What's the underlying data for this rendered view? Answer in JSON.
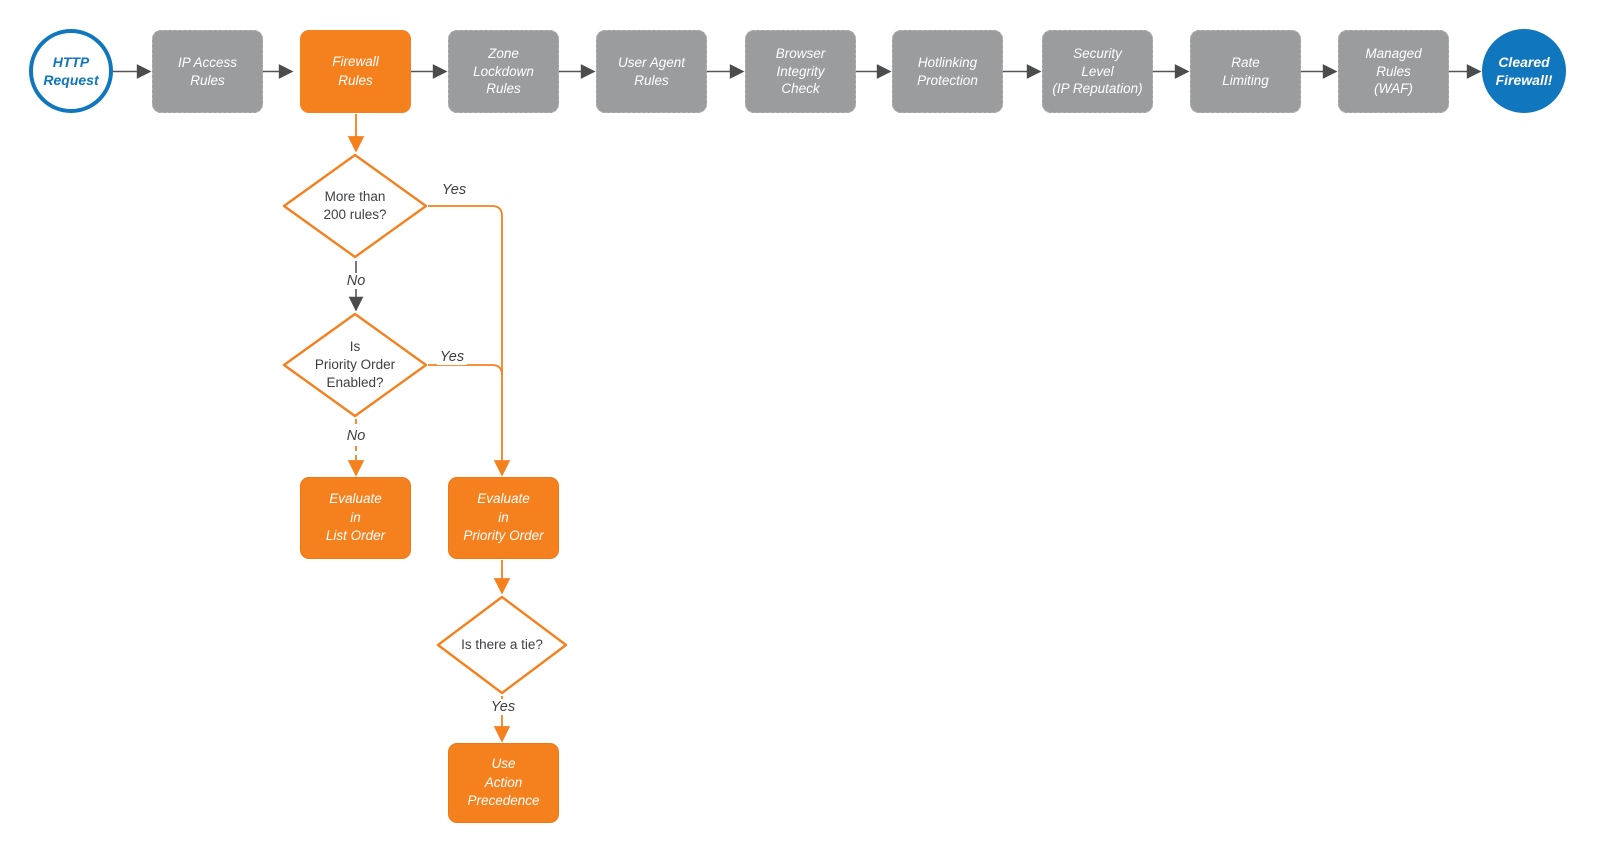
{
  "flow": {
    "start": {
      "label": "HTTP\nRequest"
    },
    "end": {
      "label": "Cleared\nFirewall!"
    },
    "steps": [
      {
        "label": "IP Access\nRules",
        "highlighted": false
      },
      {
        "label": "Firewall\nRules",
        "highlighted": true
      },
      {
        "label": "Zone\nLockdown\nRules",
        "highlighted": false
      },
      {
        "label": "User Agent\nRules",
        "highlighted": false
      },
      {
        "label": "Browser\nIntegrity\nCheck",
        "highlighted": false
      },
      {
        "label": "Hotlinking\nProtection",
        "highlighted": false
      },
      {
        "label": "Security\nLevel\n(IP Reputation)",
        "highlighted": false
      },
      {
        "label": "Rate\nLimiting",
        "highlighted": false
      },
      {
        "label": "Managed\nRules\n(WAF)",
        "highlighted": false
      }
    ],
    "decisions": [
      {
        "label": "More than\n200 rules?"
      },
      {
        "label": "Is\nPriority Order\nEnabled?"
      },
      {
        "label": "Is there a tie?"
      }
    ],
    "actions": [
      {
        "label": "Evaluate\nin\nList Order"
      },
      {
        "label": "Evaluate\nin\nPriority Order"
      },
      {
        "label": "Use\nAction\nPrecedence"
      }
    ],
    "edge_labels": {
      "d1_yes": "Yes",
      "d1_no": "No",
      "d2_yes": "Yes",
      "d2_no": "No",
      "d3_yes": "Yes"
    },
    "colors": {
      "accent_orange": "#F5801E",
      "node_gray": "#9B9C9E",
      "terminal_blue": "#1076BE",
      "connector_gray": "#4B4C4E",
      "text_dark": "#3E3F42"
    }
  }
}
